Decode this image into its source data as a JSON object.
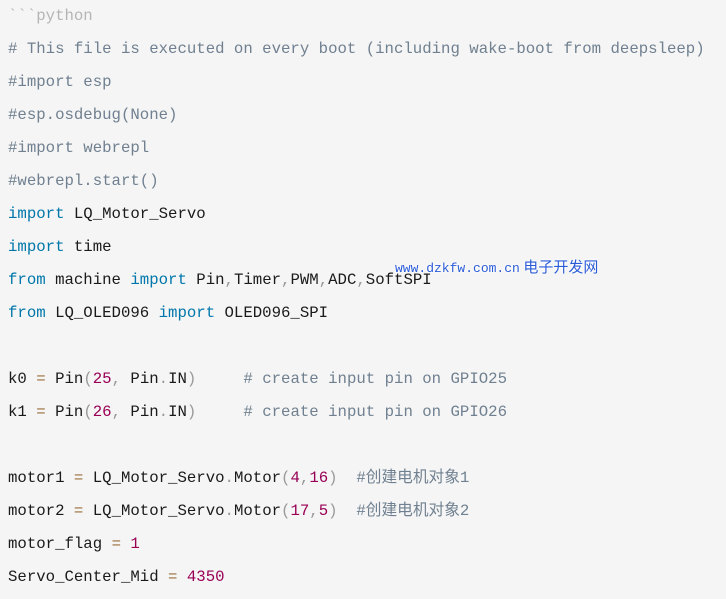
{
  "colors": {
    "background": "#f5f5f5",
    "keyword": "#0077aa",
    "number": "#990055",
    "comment": "#708090",
    "operator": "#9a6e3a",
    "punctuation": "#999999"
  },
  "code_lines": [
    [
      [
        "fence",
        "```python"
      ]
    ],
    [
      [
        "comment",
        "# This file is executed on every boot (including wake-boot from deepsleep)"
      ]
    ],
    [
      [
        "comment",
        "#import esp"
      ]
    ],
    [
      [
        "comment",
        "#esp.osdebug(None)"
      ]
    ],
    [
      [
        "comment",
        "#import webrepl"
      ]
    ],
    [
      [
        "comment",
        "#webrepl.start()"
      ]
    ],
    [
      [
        "kw",
        "import"
      ],
      [
        "plain",
        " LQ_Motor_Servo"
      ]
    ],
    [
      [
        "kw",
        "import"
      ],
      [
        "plain",
        " time"
      ]
    ],
    [
      [
        "kw",
        "from"
      ],
      [
        "plain",
        " machine "
      ],
      [
        "kw",
        "import"
      ],
      [
        "plain",
        " Pin"
      ],
      [
        "punc",
        ","
      ],
      [
        "plain",
        "Timer"
      ],
      [
        "punc",
        ","
      ],
      [
        "plain",
        "PWM"
      ],
      [
        "punc",
        ","
      ],
      [
        "plain",
        "ADC"
      ],
      [
        "punc",
        ","
      ],
      [
        "plain",
        "SoftSPI"
      ]
    ],
    [
      [
        "kw",
        "from"
      ],
      [
        "plain",
        " LQ_OLED096 "
      ],
      [
        "kw",
        "import"
      ],
      [
        "plain",
        " OLED096_SPI"
      ]
    ],
    [],
    [
      [
        "plain",
        "k0 "
      ],
      [
        "op",
        "="
      ],
      [
        "plain",
        " Pin"
      ],
      [
        "punc",
        "("
      ],
      [
        "num",
        "25"
      ],
      [
        "punc",
        ","
      ],
      [
        "plain",
        " Pin"
      ],
      [
        "punc",
        "."
      ],
      [
        "plain",
        "IN"
      ],
      [
        "punc",
        ")"
      ],
      [
        "plain",
        "     "
      ],
      [
        "comment",
        "# create input pin on GPIO25"
      ]
    ],
    [
      [
        "plain",
        "k1 "
      ],
      [
        "op",
        "="
      ],
      [
        "plain",
        " Pin"
      ],
      [
        "punc",
        "("
      ],
      [
        "num",
        "26"
      ],
      [
        "punc",
        ","
      ],
      [
        "plain",
        " Pin"
      ],
      [
        "punc",
        "."
      ],
      [
        "plain",
        "IN"
      ],
      [
        "punc",
        ")"
      ],
      [
        "plain",
        "     "
      ],
      [
        "comment",
        "# create input pin on GPIO26"
      ]
    ],
    [],
    [
      [
        "plain",
        "motor1 "
      ],
      [
        "op",
        "="
      ],
      [
        "plain",
        " LQ_Motor_Servo"
      ],
      [
        "punc",
        "."
      ],
      [
        "plain",
        "Motor"
      ],
      [
        "punc",
        "("
      ],
      [
        "num",
        "4"
      ],
      [
        "punc",
        ","
      ],
      [
        "num",
        "16"
      ],
      [
        "punc",
        ")"
      ],
      [
        "plain",
        "  "
      ],
      [
        "comment",
        "#创建电机对象1"
      ]
    ],
    [
      [
        "plain",
        "motor2 "
      ],
      [
        "op",
        "="
      ],
      [
        "plain",
        " LQ_Motor_Servo"
      ],
      [
        "punc",
        "."
      ],
      [
        "plain",
        "Motor"
      ],
      [
        "punc",
        "("
      ],
      [
        "num",
        "17"
      ],
      [
        "punc",
        ","
      ],
      [
        "num",
        "5"
      ],
      [
        "punc",
        ")"
      ],
      [
        "plain",
        "  "
      ],
      [
        "comment",
        "#创建电机对象2"
      ]
    ],
    [
      [
        "plain",
        "motor_flag "
      ],
      [
        "op",
        "="
      ],
      [
        "plain",
        " "
      ],
      [
        "num",
        "1"
      ]
    ],
    [
      [
        "plain",
        "Servo_Center_Mid "
      ],
      [
        "op",
        "="
      ],
      [
        "plain",
        " "
      ],
      [
        "num",
        "4350"
      ]
    ]
  ],
  "watermark": {
    "url": "www.dzkfw.com.cn",
    "name": "电子开发网"
  }
}
